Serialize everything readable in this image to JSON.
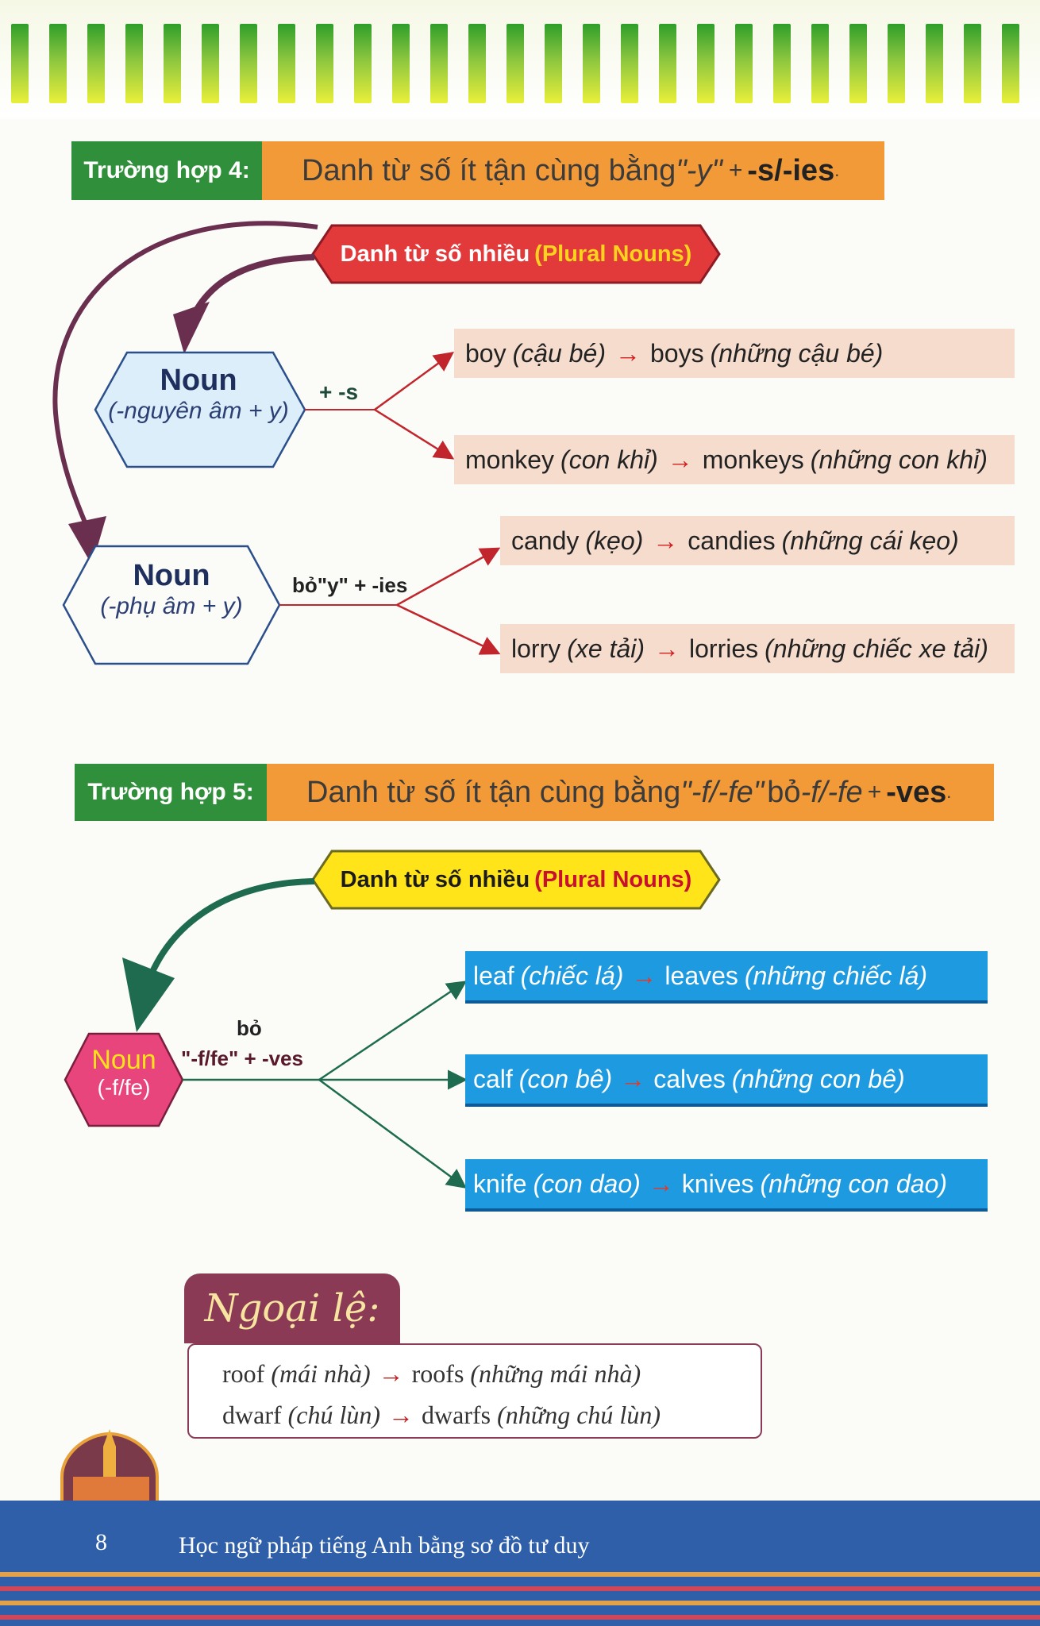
{
  "case4": {
    "label": "Trường hợp 4:",
    "title_text": "Danh từ số ít tận cùng bằng ",
    "title_em": "\"-y\"",
    "title_plus": "+ ",
    "title_bold": "-s/-ies",
    "title_end": ".",
    "tag_text": "Danh từ số nhiều",
    "tag_highlight": "(Plural Nouns)",
    "node1_title": "Noun",
    "node1_sub": "(-nguyên âm + y)",
    "rule1": "+ -s",
    "node2_title": "Noun",
    "node2_sub": "(-phụ âm + y)",
    "rule2": "bỏ\"y\" + -ies",
    "examples": [
      {
        "word": "boy",
        "meaning": "(cậu bé)",
        "plural": "boys",
        "plural_meaning": "(những cậu bé)"
      },
      {
        "word": "monkey",
        "meaning": "(con khỉ)",
        "plural": "monkeys",
        "plural_meaning": "(những con khỉ)"
      },
      {
        "word": "candy",
        "meaning": "(kẹo)",
        "plural": "candies",
        "plural_meaning": "(những cái kẹo)"
      },
      {
        "word": "lorry",
        "meaning": "(xe tải)",
        "plural": "lorries",
        "plural_meaning": "(những chiếc xe tải)"
      }
    ]
  },
  "case5": {
    "label": "Trường hợp 5:",
    "title_text": "Danh từ số ít tận cùng bằng ",
    "title_em": "\"-f/-fe\"",
    "title_mid": "bỏ ",
    "title_em2": "-f/-fe",
    "title_plus": "+ ",
    "title_bold": "-ves",
    "title_end": ".",
    "tag_text": "Danh từ số nhiều",
    "tag_highlight": "(Plural Nouns)",
    "node_title": "Noun",
    "node_sub": "(-f/fe)",
    "rule_line1": "bỏ",
    "rule_line2": "\"-f/fe\" + -ves",
    "examples": [
      {
        "word": "leaf",
        "meaning": "(chiếc lá)",
        "plural": "leaves",
        "plural_meaning": "(những chiếc lá)"
      },
      {
        "word": "calf",
        "meaning": "(con bê)",
        "plural": "calves",
        "plural_meaning": "(những con bê)"
      },
      {
        "word": "knife",
        "meaning": "(con dao)",
        "plural": "knives",
        "plural_meaning": "(những con dao)"
      }
    ]
  },
  "exceptions": {
    "title": "Ngoại lệ:",
    "items": [
      {
        "word": "roof",
        "meaning": "(mái nhà)",
        "plural": "roofs",
        "plural_meaning": "(những mái nhà)"
      },
      {
        "word": "dwarf",
        "meaning": "(chú lùn)",
        "plural": "dwarfs",
        "plural_meaning": "(những chú lùn)"
      }
    ]
  },
  "footer": {
    "page_number": "8",
    "book_title": "Học ngữ pháp tiếng Anh bằng sơ đồ tư duy"
  },
  "arrow_symbol": "→",
  "colors": {
    "green_label": "#2f8f3a",
    "orange_bar": "#f39a38",
    "red_tag": "#e23a3a",
    "yellow_tag": "#ffe41a",
    "peach_box": "#f6dccd",
    "blue_box": "#1e9be0",
    "pink_hex": "#e8457d",
    "footer_blue": "#2f5fa8",
    "exception_maroon": "#8a3a55"
  }
}
